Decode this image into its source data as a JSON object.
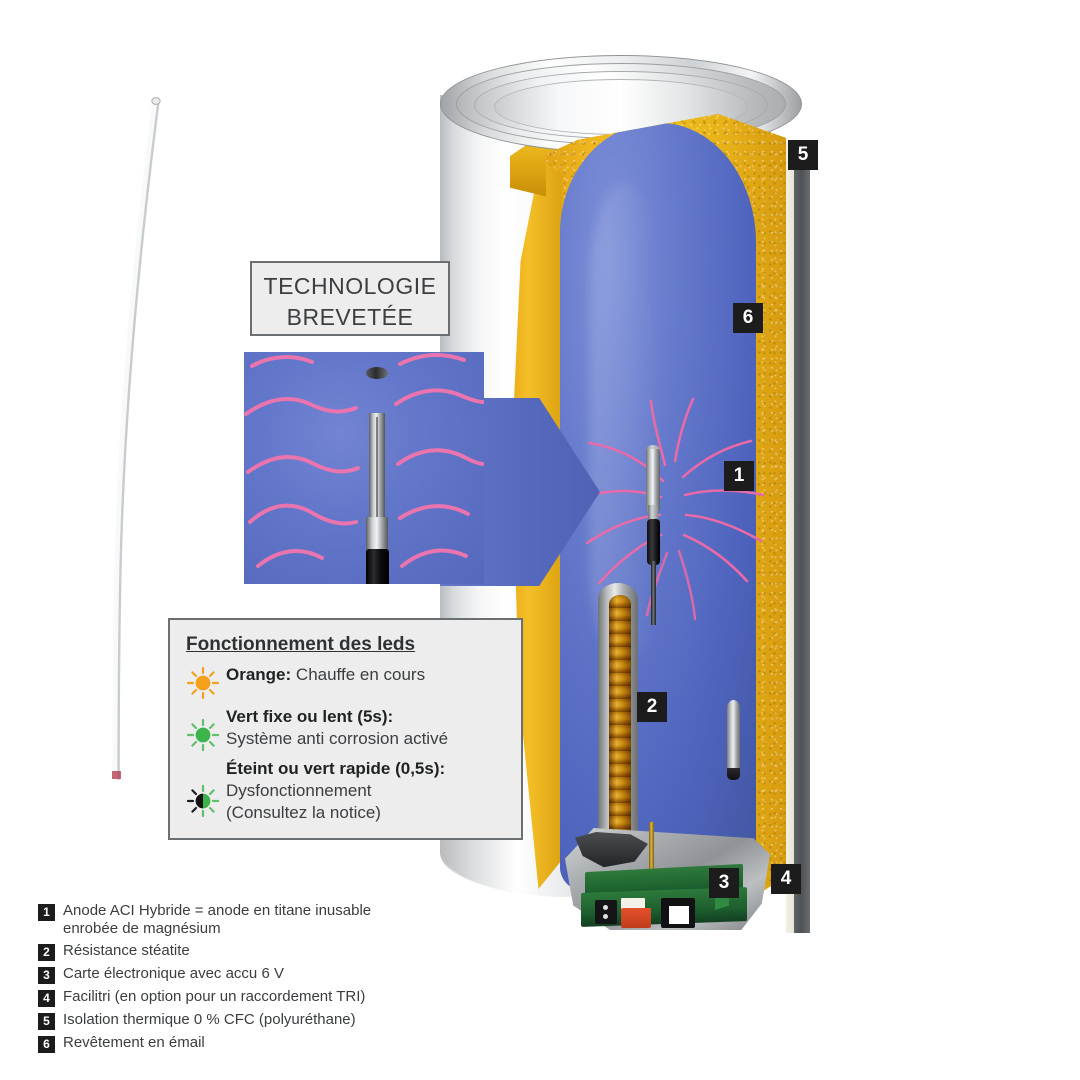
{
  "diagram": {
    "title_badge": {
      "line1": "TECHNOLOGIE",
      "line2": "BREVETÉE"
    },
    "markers": [
      {
        "id": "1",
        "label": "1"
      },
      {
        "id": "2",
        "label": "2"
      },
      {
        "id": "3",
        "label": "3"
      },
      {
        "id": "4",
        "label": "4"
      },
      {
        "id": "5",
        "label": "5"
      },
      {
        "id": "6",
        "label": "6"
      }
    ]
  },
  "led_legend": {
    "title": "Fonctionnement des leds",
    "items": [
      {
        "icon": "sun-orange-icon",
        "color": "#f5a01b",
        "lead": "Orange:",
        "rest": " Chauffe en cours",
        "detail": ""
      },
      {
        "icon": "sun-green-icon",
        "color": "#3cb44a",
        "lead": "Vert fixe ou lent (5s):",
        "rest": "",
        "detail": "Système anti corrosion activé"
      },
      {
        "icon": "sun-half-green-icon",
        "color": "#3cb44a",
        "lead": "Éteint ou vert rapide (0,5s):",
        "rest": "",
        "detail": "Dysfonctionnement",
        "detail2": "(Consultez la notice)"
      }
    ]
  },
  "parts_legend": [
    {
      "num": "1",
      "line1": "Anode ACI Hybride = anode en titane inusable",
      "line2": "enrobée de magnésium"
    },
    {
      "num": "2",
      "line1": "Résistance stéatite",
      "line2": ""
    },
    {
      "num": "3",
      "line1": "Carte électronique avec accu 6 V",
      "line2": ""
    },
    {
      "num": "4",
      "line1": "Facilitri (en option pour un raccordement TRI)",
      "line2": ""
    },
    {
      "num": "5",
      "line1": "Isolation thermique 0 % CFC (polyuréthane)",
      "line2": ""
    },
    {
      "num": "6",
      "line1": "Revêtement en émail",
      "line2": ""
    }
  ],
  "colors": {
    "water_blue": "#5568bb",
    "insulation_yellow": "#edb81c",
    "shell_white": "#f2f3f4",
    "current_pink": "#e86aa8",
    "badge_black": "#1c1c1c",
    "panel_gray": "#ededed",
    "panel_border": "#6b6f72",
    "text_dark": "#3a3d3f"
  }
}
